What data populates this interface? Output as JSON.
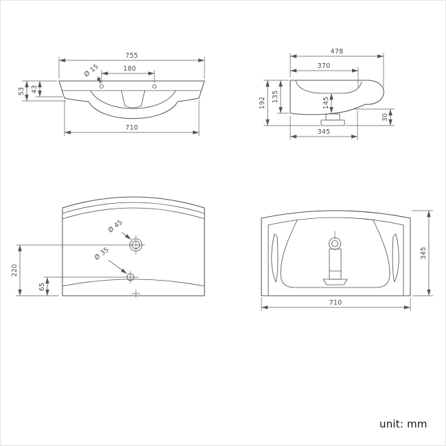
{
  "unit_label": "unit: mm",
  "colors": {
    "line": "#4f4f4f",
    "dimension_text": "#4a4a4a",
    "unit_text": "#111111"
  },
  "views": {
    "top_front": {
      "overall_width": "755",
      "tap_hole_spacing": "180",
      "tap_hole_diameter": "Ø 15",
      "back_edge_height": "53",
      "front_edge_height": "43",
      "base_width": "710"
    },
    "side": {
      "overall_depth": "478",
      "top_depth": "370",
      "overall_height": "192",
      "body_height": "135",
      "bowl_depth": "145",
      "base_depth": "345",
      "drain_offset": "30"
    },
    "front": {
      "faucet_hole_diameter": "Ø 45",
      "overflow_hole_diameter": "Ø 35",
      "faucet_center_height": "220",
      "overflow_center_height": "65"
    },
    "back": {
      "overall_height": "345",
      "overall_width": "710"
    }
  }
}
